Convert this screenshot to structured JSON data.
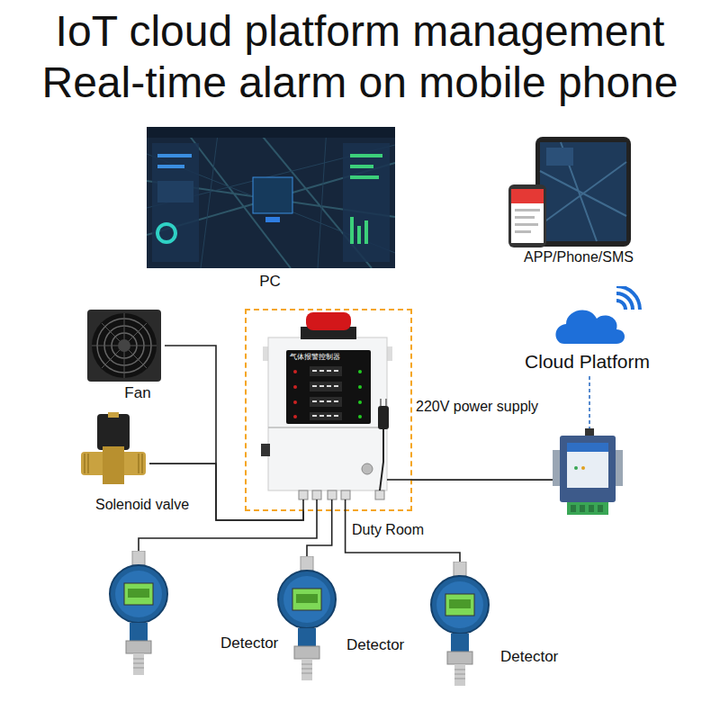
{
  "diagram": {
    "title": "IoT cloud platform management Real-time alarm on mobile phone",
    "nodes": [
      {
        "text": [
          "PC"
        ]
      },
      {
        "text": [
          "APP/Phone/SMS"
        ]
      },
      {
        "text": [
          "Fan"
        ]
      },
      {
        "text": [
          "Cloud Platform"
        ]
      },
      {
        "text": [
          "气体报警控制器"
        ]
      },
      {
        "text": [
          "Solenoid valve"
        ]
      },
      {
        "text": [
          "Detector"
        ]
      },
      {
        "text": [
          "Detector"
        ]
      },
      {
        "text": [
          "Detector"
        ]
      }
    ],
    "edges": [
      {
        "from": 2,
        "to": 4,
        "arrow": "none"
      },
      {
        "from": 5,
        "to": 4,
        "arrow": "none"
      },
      {
        "from": 6,
        "to": 4,
        "arrow": "none"
      },
      {
        "from": 7,
        "to": 4,
        "arrow": "none"
      },
      {
        "from": 8,
        "to": 4,
        "arrow": "none"
      },
      {
        "from": 4,
        "to": 3,
        "arrow": "none"
      }
    ],
    "labels": [
      "220V power supply",
      "Duty Room"
    ]
  }
}
